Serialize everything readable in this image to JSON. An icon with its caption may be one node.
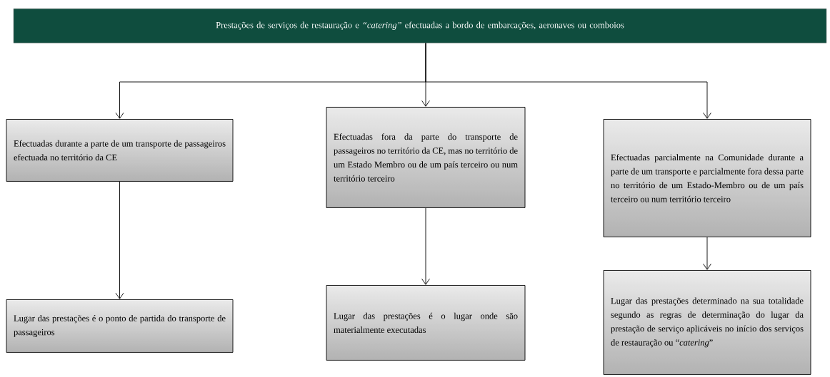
{
  "diagram": {
    "nodes": [
      {
        "text": [
          "Prestações de serviços de restauração e *“catering”* efectuadas a bordo de embarcações, aeronaves ou comboios"
        ]
      },
      {
        "text": [
          "Efectuadas durante a parte de um transporte de passageiros efectuada no território da CE"
        ]
      },
      {
        "text": [
          "Efectuadas fora da parte do transporte de passageiros no território da CE, mas no território de um Estado Membro ou de um país terceiro ou num território terceiro"
        ]
      },
      {
        "text": [
          "Efectuadas parcialmente na Comunidade durante a parte de um transporte e parcialmente fora dessa parte no território de um Estado-Membro ou de um país terceiro ou num território terceiro"
        ]
      },
      {
        "text": [
          "Lugar das prestações é o ponto de partida do transporte de passageiros"
        ]
      },
      {
        "text": [
          "Lugar das prestações é o lugar onde são materialmente executadas"
        ]
      },
      {
        "text": [
          "Lugar das prestações determinado na sua totalidade segundo as regras de determinação do lugar da prestação de serviço aplicáveis no início dos serviços de restauração ou “*catering*”"
        ]
      }
    ],
    "edges": [
      {
        "from": 0,
        "to": 1,
        "arrow": "to"
      },
      {
        "from": 0,
        "to": 2,
        "arrow": "to"
      },
      {
        "from": 0,
        "to": 3,
        "arrow": "to"
      },
      {
        "from": 1,
        "to": 4,
        "arrow": "to"
      },
      {
        "from": 2,
        "to": 5,
        "arrow": "to"
      },
      {
        "from": 3,
        "to": 6,
        "arrow": "to"
      }
    ]
  }
}
